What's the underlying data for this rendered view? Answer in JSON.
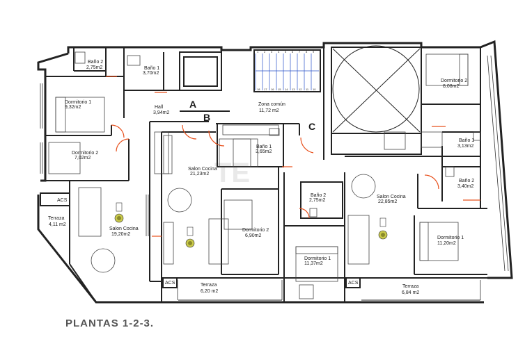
{
  "plan_title": "PLANTAS 1-2-3.",
  "watermark": "TE",
  "section_markers": [
    "A",
    "B",
    "C"
  ],
  "acs_label": "ACS",
  "rooms": {
    "bano2_top": {
      "name": "Baño 2",
      "area": "2,75m2"
    },
    "bano1_top": {
      "name": "Baño 1",
      "area": "3,70m2"
    },
    "dorm1_left": {
      "name": "Dormitorio 1",
      "area": "9,32m2"
    },
    "hall": {
      "name": "Hall",
      "area": "3,94m2"
    },
    "zona_comun": {
      "name": "Zona común",
      "area": "11,72 m2"
    },
    "dorm2_left": {
      "name": "Dormitorio 2",
      "area": "7,02m2"
    },
    "bano1_mid": {
      "name": "Baño 1",
      "area": "3,65m2"
    },
    "salon_mid": {
      "name": "Salon Cocina",
      "area": "21,23m2"
    },
    "terraza_left": {
      "name": "Terraza",
      "area": "4,11 m2"
    },
    "salon_left": {
      "name": "Salon Cocina",
      "area": "19,20m2"
    },
    "dorm2_mid": {
      "name": "Dormitorio 2",
      "area": "6,90m2"
    },
    "bano2_mid": {
      "name": "Baño 2",
      "area": "2,75m2"
    },
    "dorm1_mid": {
      "name": "Dormitorio 1",
      "area": "11,37m2"
    },
    "salon_right": {
      "name": "Salon Cocina",
      "area": "22,85m2"
    },
    "dorm2_right": {
      "name": "Dormitorio 2",
      "area": "8,08m2"
    },
    "bano1_right": {
      "name": "Baño 1",
      "area": "3,13m2"
    },
    "bano2_right": {
      "name": "Baño 2",
      "area": "3,40m2"
    },
    "dorm1_right": {
      "name": "Dormitorio 1",
      "area": "11,20m2"
    },
    "terraza_mid": {
      "name": "Terraza",
      "area": "6,20 m2"
    },
    "terraza_right": {
      "name": "Terraza",
      "area": "6,84 m2"
    }
  },
  "stair_numbers_top": [
    "1",
    "2",
    "3",
    "4",
    "5",
    "6",
    "7",
    "8",
    "9"
  ],
  "stair_numbers_bottom": [
    "18",
    "17",
    "16",
    "15",
    "14",
    "13",
    "12",
    "11",
    "10"
  ]
}
